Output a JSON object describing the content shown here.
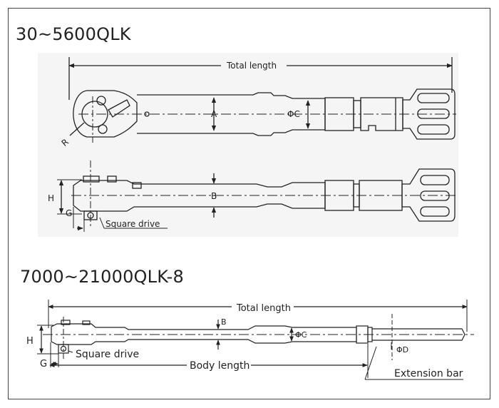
{
  "section1": {
    "title": "30~5600QLK",
    "labels": {
      "total_length": "Total length",
      "a": "A",
      "phi_c": "ΦC",
      "r": "R",
      "h": "H",
      "b": "B",
      "g": "G",
      "square_drive": "Square drive"
    }
  },
  "section2": {
    "title": "7000~21000QLK-8",
    "labels": {
      "total_length": "Total length",
      "b": "B",
      "phi_c": "ΦC",
      "phi_d": "ΦD",
      "h": "H",
      "g": "G",
      "square_drive": "Square drive",
      "body_length": "Body length",
      "extension_bar": "Extension bar"
    }
  },
  "colors": {
    "ink": "#222222",
    "panel": "#f5f5f5",
    "frame": "#444444"
  }
}
